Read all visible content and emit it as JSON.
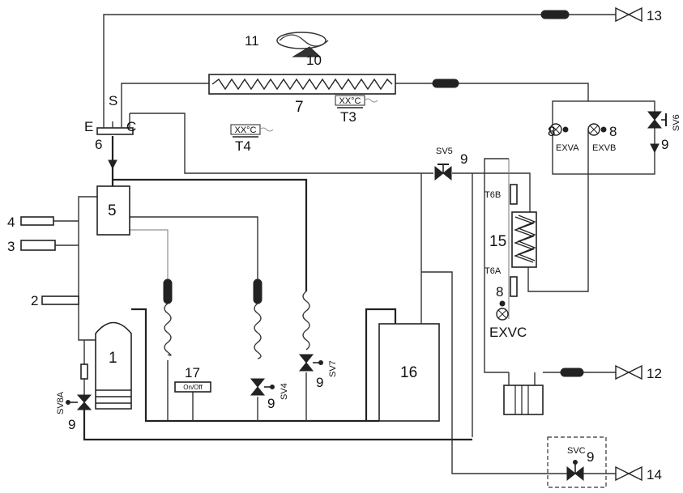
{
  "labels": {
    "n1": "1",
    "n2": "2",
    "n3": "3",
    "n4": "4",
    "n5": "5",
    "n6": "6",
    "n7": "7",
    "n8a": "8",
    "n8b": "8",
    "n8c": "8",
    "n9_sv8a": "9",
    "n9_sv4": "9",
    "n9_sv7": "9",
    "n9_sv5": "9",
    "n9_sv6": "9",
    "n9_svc": "9",
    "n10": "10",
    "n11": "11",
    "n12": "12",
    "n13": "13",
    "n14": "14",
    "n15": "15",
    "n16": "16",
    "n17": "17",
    "port_e": "E",
    "port_s": "S",
    "port_c": "C",
    "t3": "T3",
    "t4": "T4",
    "t6a": "T6A",
    "t6b": "T6B",
    "sv4": "SV4",
    "sv5": "SV5",
    "sv6": "SV6",
    "sv7": "SV7",
    "sv8a": "SV8A",
    "svc": "SVC",
    "exva": "EXVA",
    "exvb": "EXVB",
    "exvc": "EXVC",
    "temp_t3": "XX°C",
    "temp_t4": "XX°C",
    "onoff": "On/Off"
  }
}
